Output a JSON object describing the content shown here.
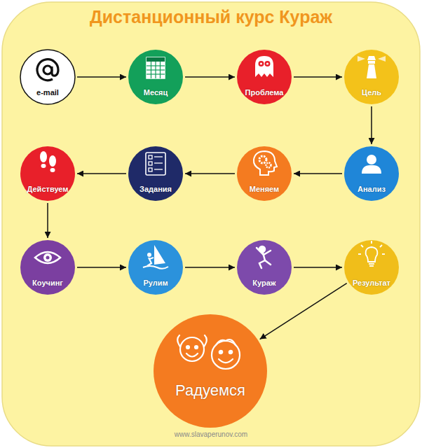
{
  "diagram": {
    "title": "Дистанционный курс Кураж",
    "nodes": [
      {
        "text": [
          "e-mail"
        ]
      },
      {
        "text": [
          "Месяц"
        ]
      },
      {
        "text": [
          "Проблема"
        ]
      },
      {
        "text": [
          "Цель"
        ]
      },
      {
        "text": [
          "Анализ"
        ]
      },
      {
        "text": [
          "Меняем"
        ]
      },
      {
        "text": [
          "Задания"
        ]
      },
      {
        "text": [
          "Действуем"
        ]
      },
      {
        "text": [
          "Коучинг"
        ]
      },
      {
        "text": [
          "Рулим"
        ]
      },
      {
        "text": [
          "Кураж"
        ]
      },
      {
        "text": [
          "Результат"
        ]
      },
      {
        "text": [
          "Радуемся"
        ]
      }
    ],
    "edges": [
      {
        "from": 0,
        "to": 1,
        "arrow": "to"
      },
      {
        "from": 1,
        "to": 2,
        "arrow": "to"
      },
      {
        "from": 2,
        "to": 3,
        "arrow": "to"
      },
      {
        "from": 3,
        "to": 4,
        "arrow": "to"
      },
      {
        "from": 4,
        "to": 5,
        "arrow": "to"
      },
      {
        "from": 5,
        "to": 6,
        "arrow": "to"
      },
      {
        "from": 6,
        "to": 7,
        "arrow": "to"
      },
      {
        "from": 7,
        "to": 8,
        "arrow": "to"
      },
      {
        "from": 8,
        "to": 9,
        "arrow": "to"
      },
      {
        "from": 9,
        "to": 10,
        "arrow": "to"
      },
      {
        "from": 10,
        "to": 11,
        "arrow": "to"
      },
      {
        "from": 11,
        "to": 12,
        "arrow": "to"
      }
    ],
    "labels": [
      "www.slavaperunov.com"
    ]
  }
}
